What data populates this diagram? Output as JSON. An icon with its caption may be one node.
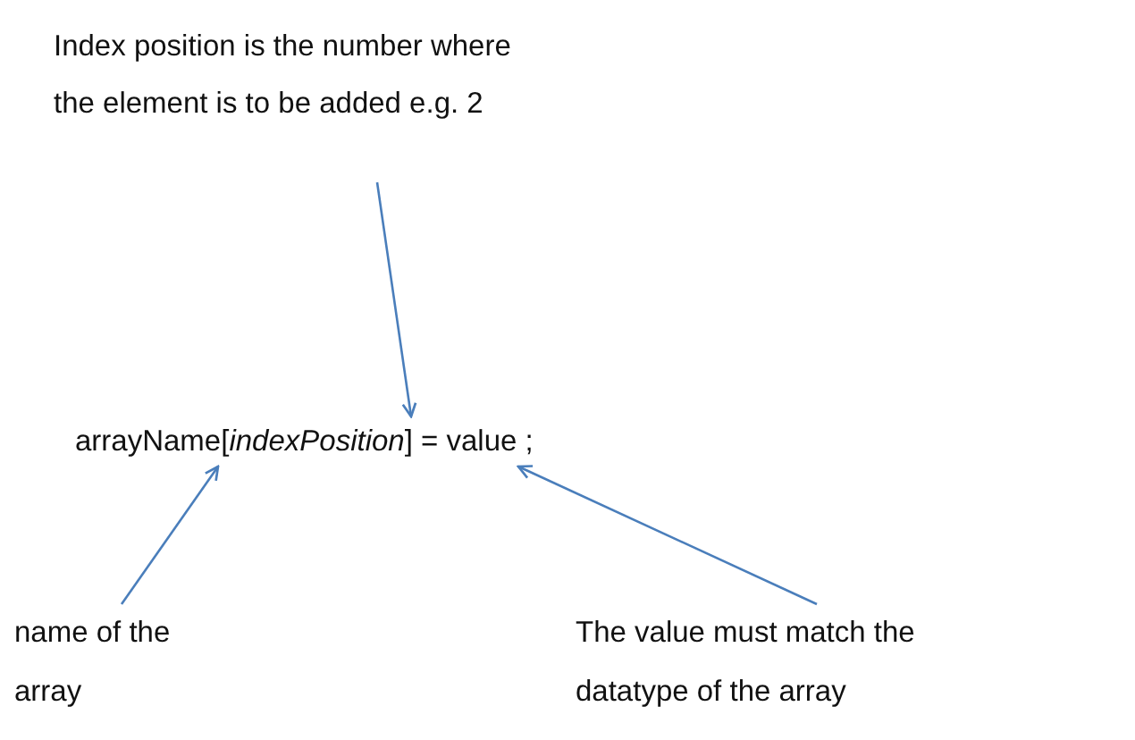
{
  "diagram": {
    "nodes": [
      {
        "text": [
          "Index position is the number where the element is to be added e.g. 2"
        ]
      },
      {
        "text": [
          "arrayName[*indexPosition*] = value ;"
        ]
      },
      {
        "text": [
          "name of the array"
        ]
      },
      {
        "text": [
          "The value must match the datatype of the array"
        ]
      }
    ],
    "edges": [
      {
        "from": 0,
        "to": 1,
        "arrow": "to"
      },
      {
        "from": 2,
        "to": 1,
        "arrow": "to"
      },
      {
        "from": 3,
        "to": 1,
        "arrow": "to"
      }
    ]
  }
}
